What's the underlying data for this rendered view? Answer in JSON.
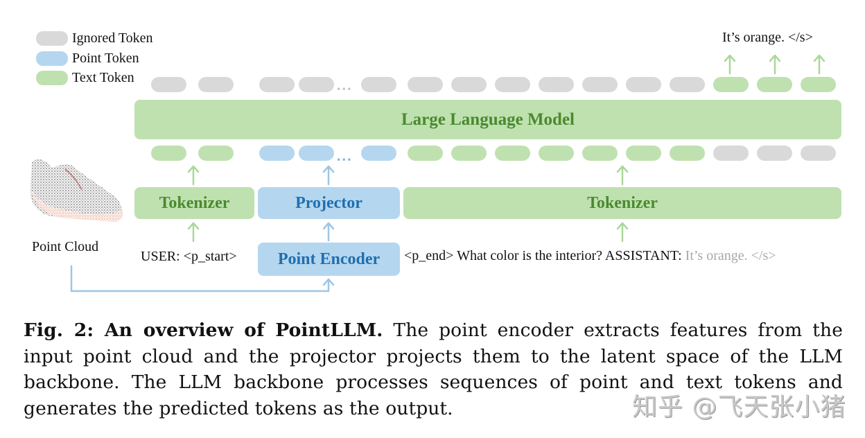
{
  "legend": {
    "items": [
      {
        "label": "Ignored Token",
        "color": "#d9d9d9"
      },
      {
        "label": "Point Token",
        "color": "#b5d6ef"
      },
      {
        "label": "Text Token",
        "color": "#bfe1b0"
      }
    ]
  },
  "output_text": "It’s orange. </s>",
  "llm": {
    "label": "Large Language Model"
  },
  "top_tokens": [
    "gray",
    "gray",
    "gray",
    "gray",
    "gray",
    "gray",
    "gray",
    "gray",
    "gray",
    "gray",
    "gray",
    "gray",
    "green",
    "green",
    "green"
  ],
  "bottom_tokens": [
    "green",
    "green",
    "blue",
    "blue",
    "blue",
    "green",
    "green",
    "green",
    "green",
    "green",
    "green",
    "green",
    "gray",
    "gray",
    "gray"
  ],
  "modules": {
    "tokenizer_left": "Tokenizer",
    "projector": "Projector",
    "tokenizer_right": "Tokenizer",
    "point_encoder": "Point Encoder"
  },
  "inputs": {
    "point_cloud_label": "Point Cloud",
    "user_prefix": "USER: <p_start>",
    "user_suffix": "<p_end> What color is the interior? ASSISTANT:",
    "assistant_answer": " It’s orange. </s>"
  },
  "ellipsis": "...",
  "caption": {
    "bold": "Fig. 2: An overview of PointLLM.",
    "text": " The point encoder extracts features from the input point cloud and the projector projects them to the latent space of the LLM backbone. The LLM backbone processes sequences of point and text tokens and generates the predicted tokens as the output."
  },
  "watermark": "知乎 @飞天张小猪",
  "colors": {
    "text_token": "#bfe1b0",
    "point_token": "#b5d6ef",
    "ignored_token": "#d9d9d9",
    "green_label": "#4a8a2e",
    "blue_label": "#1f6fb0"
  }
}
